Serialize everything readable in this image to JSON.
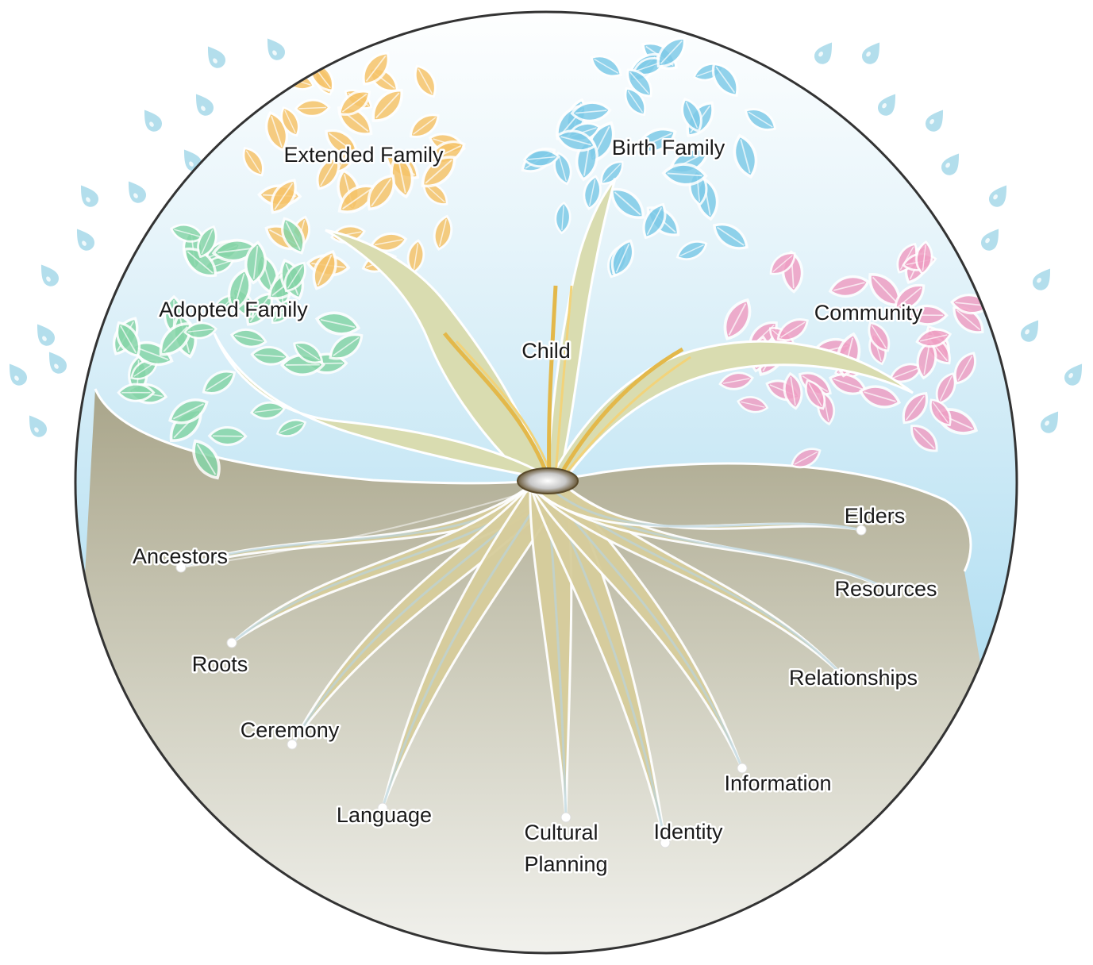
{
  "colors": {
    "sky_top": "#ffffff",
    "sky_bottom": "#8fd0ec",
    "soil_top": "#a9a58a",
    "soil_bottom": "#f2f2ee",
    "trunk": "#d9dcb0",
    "root": "#d7cd9c",
    "vein": "#e3b84a",
    "leaf_orange": "#f6c46a",
    "leaf_blue": "#7fcbe8",
    "leaf_green": "#86d5a8",
    "leaf_pink": "#ef9fc4",
    "drop": "#9ad3e6",
    "ring": "#333333"
  },
  "canopy": {
    "child": "Child",
    "extended_family": "Extended Family",
    "birth_family": "Birth Family",
    "adopted_family": "Adopted Family",
    "community": "Community"
  },
  "roots": {
    "ancestors": "Ancestors",
    "roots": "Roots",
    "ceremony": "Ceremony",
    "language": "Language",
    "cultural": "Cultural",
    "planning": "Planning",
    "identity": "Identity",
    "information": "Information",
    "relationships": "Relationships",
    "resources": "Resources",
    "elders": "Elders"
  }
}
